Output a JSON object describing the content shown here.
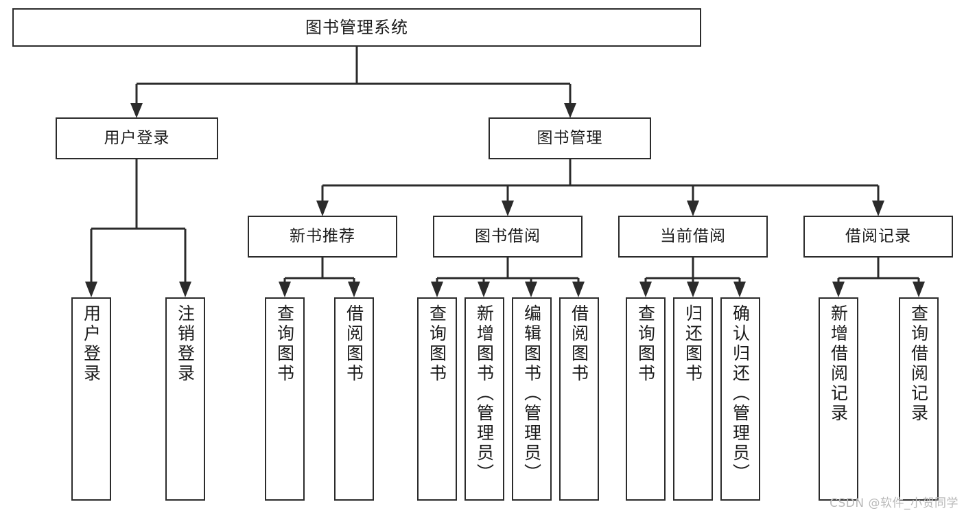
{
  "diagram": {
    "type": "tree-hierarchy-chart",
    "title": "图书管理系统",
    "orientation": "top-down",
    "colors": {
      "box_border": "#2b2b2b",
      "box_fill": "#ffffff",
      "text": "#1a1a1a",
      "edge": "#2b2b2b",
      "watermark": "#b9b9b9",
      "background": "#ffffff"
    },
    "levels": {
      "root": {
        "label": "图书管理系统"
      },
      "level2": [
        {
          "id": "user-login",
          "label": "用户登录"
        },
        {
          "id": "book-manage",
          "label": "图书管理"
        }
      ],
      "level3": [
        {
          "id": "new-book-recommend",
          "label": "新书推荐"
        },
        {
          "id": "book-borrow",
          "label": "图书借阅"
        },
        {
          "id": "current-borrow",
          "label": "当前借阅"
        },
        {
          "id": "borrow-record",
          "label": "借阅记录"
        }
      ],
      "leaves": [
        {
          "id": "leaf-user-login",
          "label": "用户登录",
          "parent": "user-login"
        },
        {
          "id": "leaf-logout",
          "label": "注销登录",
          "parent": "user-login"
        },
        {
          "id": "leaf-query-book-1",
          "label": "查询图书",
          "parent": "new-book-recommend"
        },
        {
          "id": "leaf-borrow-book-1",
          "label": "借阅图书",
          "parent": "new-book-recommend"
        },
        {
          "id": "leaf-query-book-2",
          "label": "查询图书",
          "parent": "book-borrow"
        },
        {
          "id": "leaf-add-book",
          "label": "新增图书（管理员）",
          "parent": "book-borrow"
        },
        {
          "id": "leaf-edit-book",
          "label": "编辑图书（管理员）",
          "parent": "book-borrow"
        },
        {
          "id": "leaf-borrow-book-2",
          "label": "借阅图书",
          "parent": "book-borrow"
        },
        {
          "id": "leaf-query-book-3",
          "label": "查询图书",
          "parent": "current-borrow"
        },
        {
          "id": "leaf-return-book",
          "label": "归还图书",
          "parent": "current-borrow"
        },
        {
          "id": "leaf-confirm-return",
          "label": "确认归还（管理员）",
          "parent": "current-borrow"
        },
        {
          "id": "leaf-add-record",
          "label": "新增借阅记录",
          "parent": "borrow-record"
        },
        {
          "id": "leaf-query-record",
          "label": "查询借阅记录",
          "parent": "borrow-record"
        }
      ]
    }
  },
  "watermark": {
    "text": "CSDN @软件_小贺同学"
  }
}
